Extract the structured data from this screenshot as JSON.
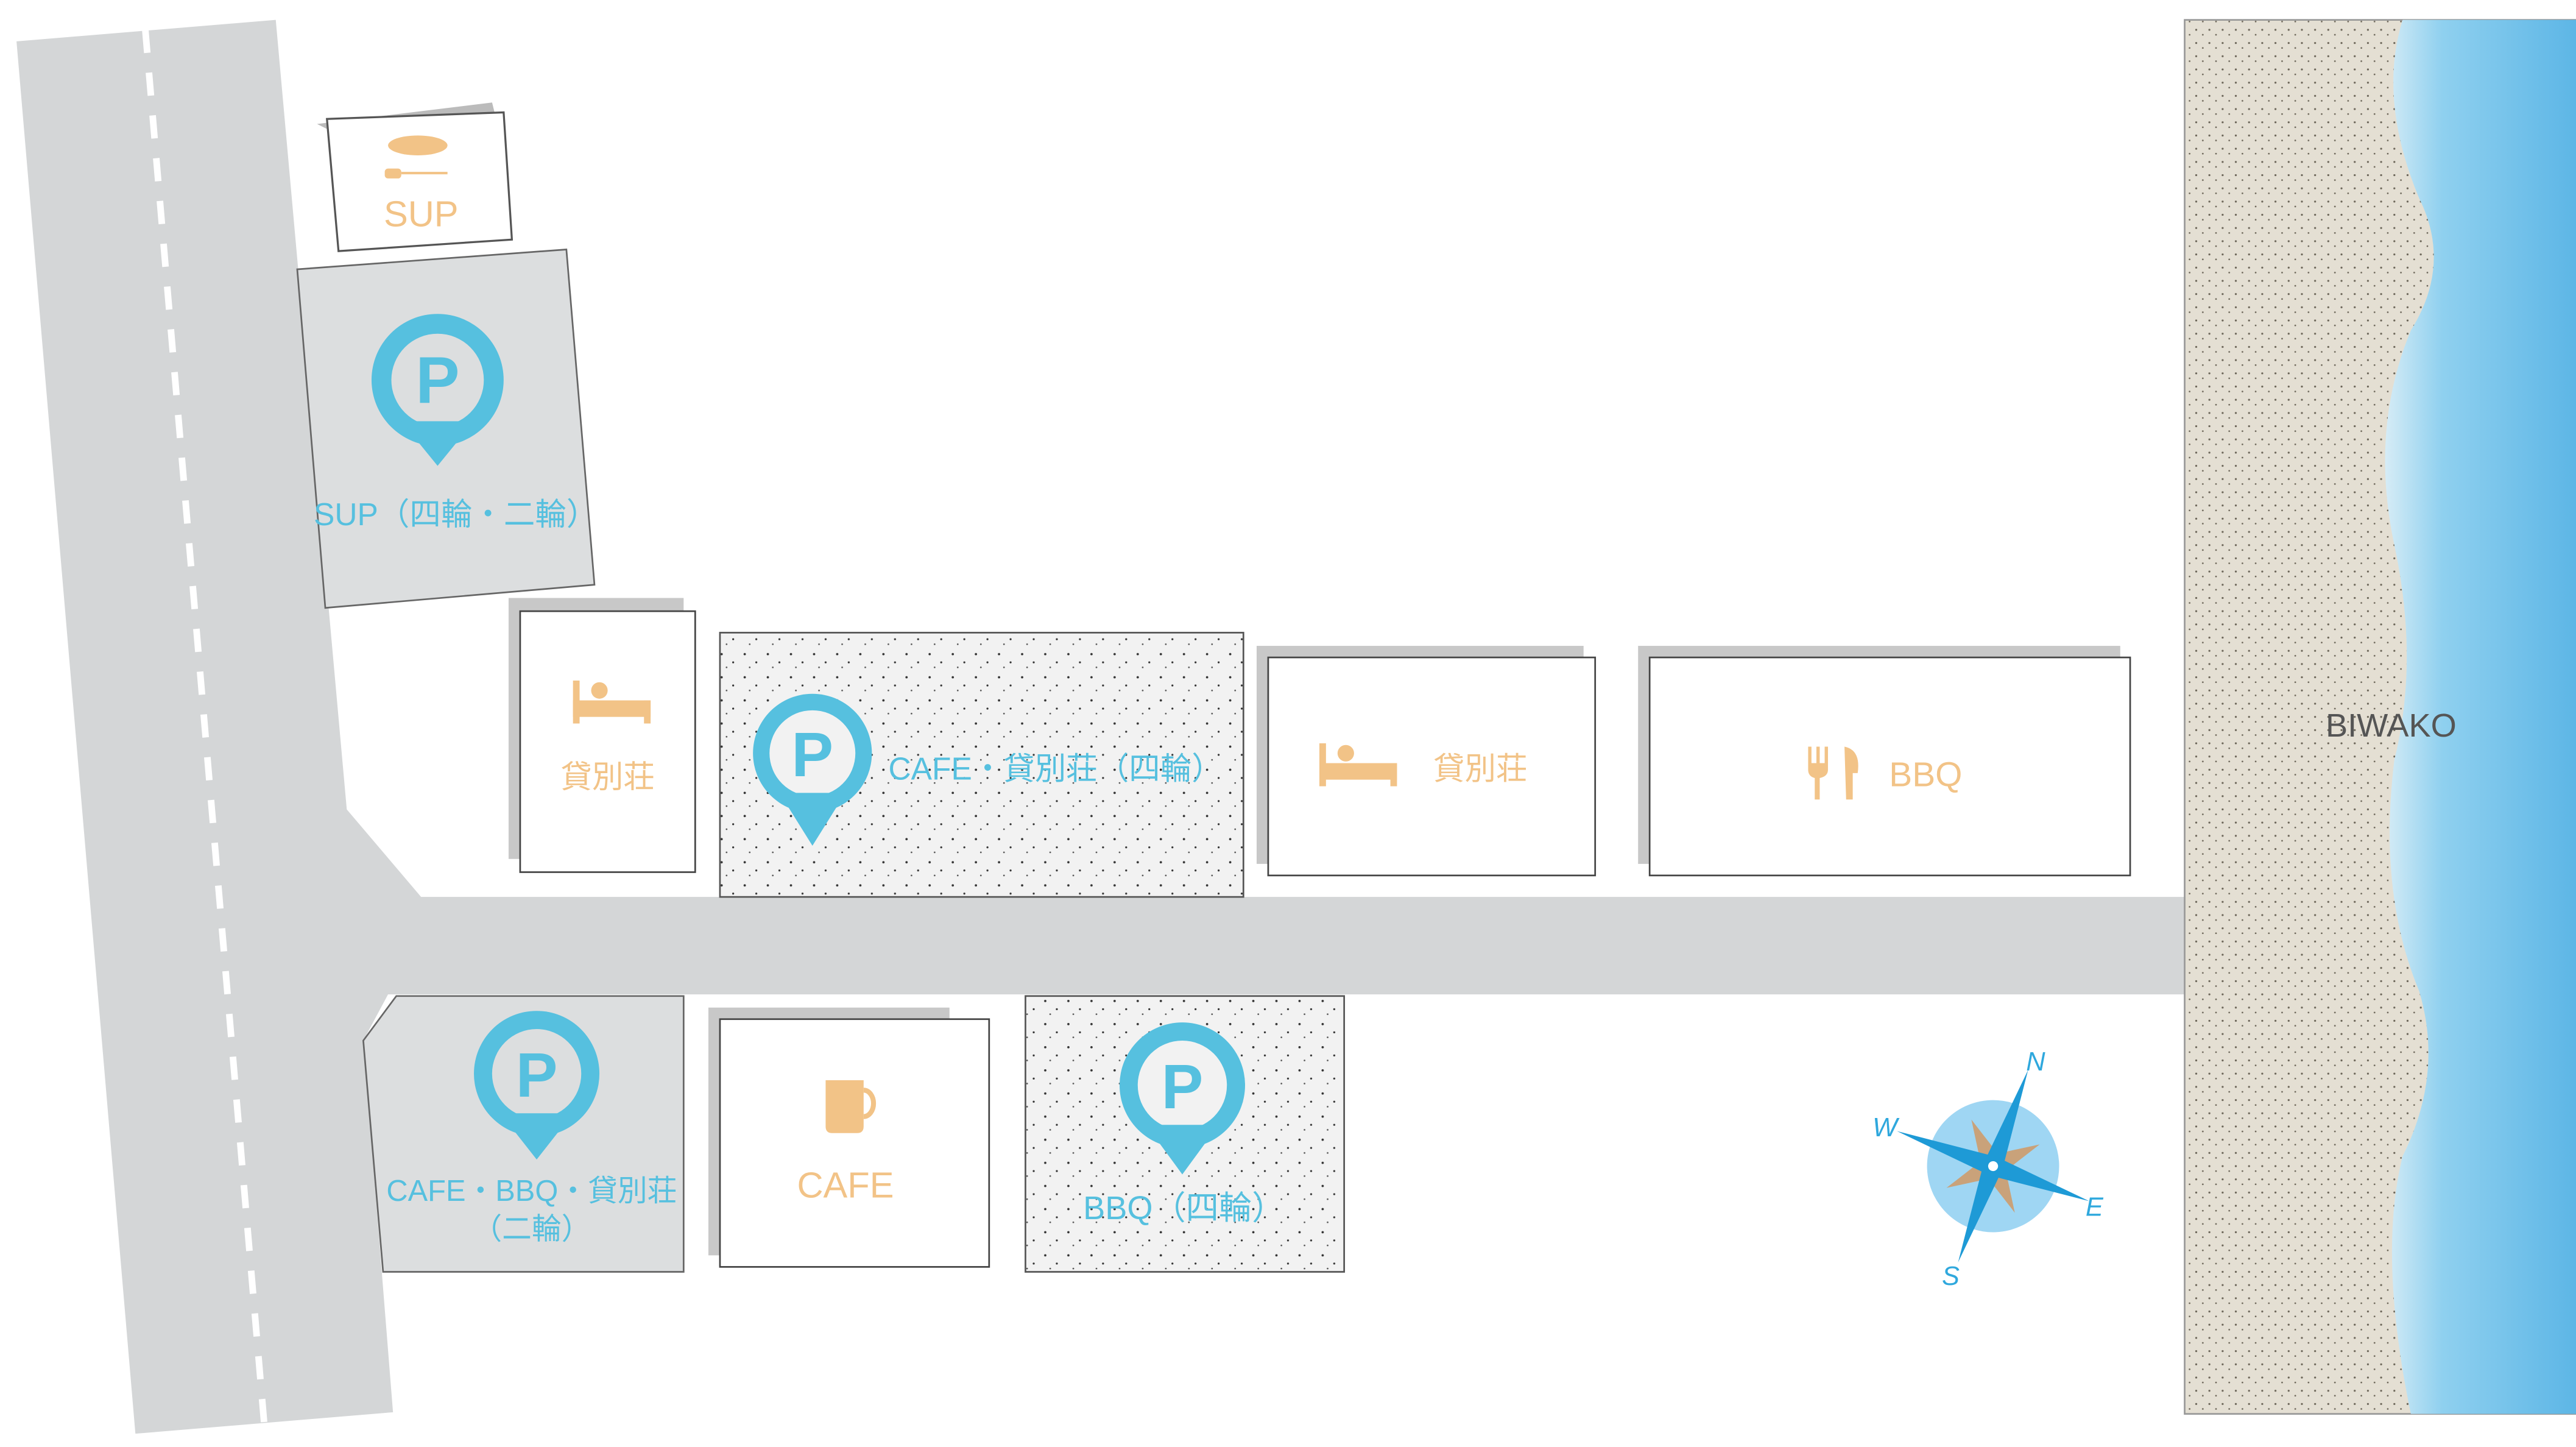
{
  "colors": {
    "parking": "#56c0df",
    "facility": "#f2c387",
    "road": "#d6d8d9",
    "sand": "#e6e1d6",
    "water": "#7cc6ea"
  },
  "facilities": {
    "sup": {
      "label": "SUP",
      "icon": "sup-board-icon"
    },
    "cottage_small": {
      "label": "貸別荘",
      "icon": "bed-icon"
    },
    "cottage": {
      "label": "貸別荘",
      "icon": "bed-icon"
    },
    "bbq": {
      "label": "BBQ",
      "icon": "fork-knife-icon"
    },
    "cafe": {
      "label": "CAFE",
      "icon": "cup-icon"
    }
  },
  "parking": {
    "sup": {
      "symbol": "P",
      "label": "SUP（四輪・二輪）"
    },
    "cafe_cottage": {
      "symbol": "P",
      "label": "CAFE・貸別荘（四輪）"
    },
    "cafe_bbq_cottage": {
      "symbol": "P",
      "label": "CAFE・BBQ・貸別荘",
      "label2": "（二輪）"
    },
    "bbq": {
      "symbol": "P",
      "label": "BBQ（四輪）"
    }
  },
  "lake": {
    "label": "BIWAKO"
  },
  "compass": {
    "n": "N",
    "e": "E",
    "s": "S",
    "w": "W"
  }
}
